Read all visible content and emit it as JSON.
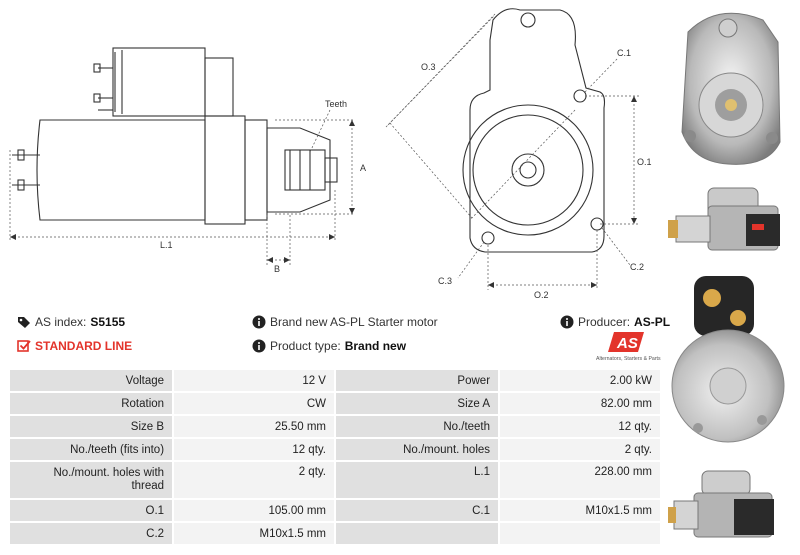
{
  "drawing": {
    "teeth": "Teeth",
    "dimA": "A",
    "dimB": "B",
    "dimL1": "L.1",
    "dimO1": "O.1",
    "dimO2": "O.2",
    "dimO3": "O.3",
    "dimC1": "C.1",
    "dimC2": "C.2",
    "dimC3": "C.3"
  },
  "info": {
    "as_index_label": "AS index:",
    "as_index_value": "S5155",
    "brand_text": "Brand new AS-PL Starter motor",
    "producer_label": "Producer:",
    "producer_value": "AS-PL",
    "line_label": "STANDARD LINE",
    "product_type_label": "Product type:",
    "product_type_value": "Brand new"
  },
  "logo": {
    "mark": "AS",
    "tagline": "Alternators, Starters & Parts"
  },
  "specs": [
    [
      {
        "k": "Voltage",
        "v": "12 V"
      },
      {
        "k": "Power",
        "v": "2.00 kW"
      }
    ],
    [
      {
        "k": "Rotation",
        "v": "CW"
      },
      {
        "k": "Size A",
        "v": "82.00 mm"
      }
    ],
    [
      {
        "k": "Size B",
        "v": "25.50 mm"
      },
      {
        "k": "No./teeth",
        "v": "12 qty."
      }
    ],
    [
      {
        "k": "No./teeth (fits into)",
        "v": "12 qty."
      },
      {
        "k": "No./mount. holes",
        "v": "2 qty."
      }
    ],
    [
      {
        "k": "No./mount. holes with thread",
        "v": "2 qty."
      },
      {
        "k": "L.1",
        "v": "228.00 mm"
      }
    ],
    [
      {
        "k": "O.1",
        "v": "105.00 mm"
      },
      {
        "k": "C.1",
        "v": "M10x1.5 mm"
      }
    ],
    [
      {
        "k": "C.2",
        "v": "M10x1.5 mm"
      },
      {
        "k": "",
        "v": ""
      }
    ]
  ],
  "colors": {
    "accent": "#e3342b",
    "key_cell": "#e0e0e0",
    "value_cell": "#f3f3f3"
  }
}
